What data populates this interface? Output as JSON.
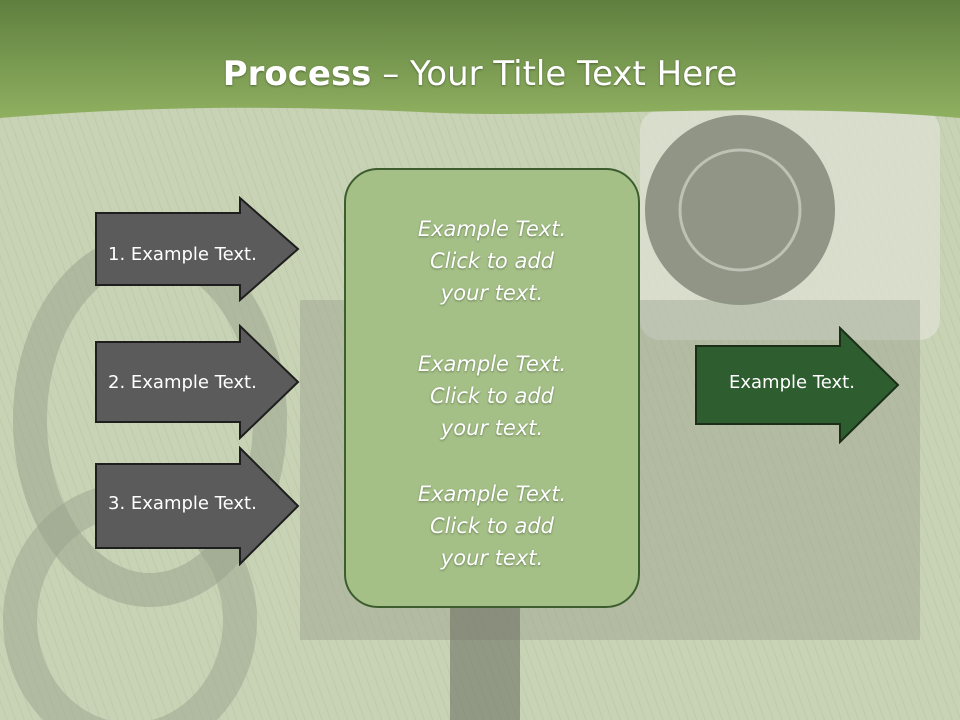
{
  "slide": {
    "title_bold": "Process",
    "title_rest": " – Your Title Text Here"
  },
  "left_arrows": [
    {
      "label": "1. Example Text."
    },
    {
      "label": "2. Example Text."
    },
    {
      "label": "3. Example Text."
    }
  ],
  "center_box": {
    "items": [
      {
        "line1": "Example Text.",
        "line2": "Click  to add",
        "line3": "your text."
      },
      {
        "line1": "Example Text.",
        "line2": "Click  to add",
        "line3": "your text."
      },
      {
        "line1": "Example Text.",
        "line2": "Click  to add",
        "line3": "your text."
      }
    ]
  },
  "right_arrow": {
    "label": "Example Text."
  },
  "colors": {
    "header_green": "#7ea055",
    "left_arrow_fill": "#5b5b5b",
    "center_box_fill": "#a4c086",
    "right_arrow_fill": "#2e5d30"
  }
}
